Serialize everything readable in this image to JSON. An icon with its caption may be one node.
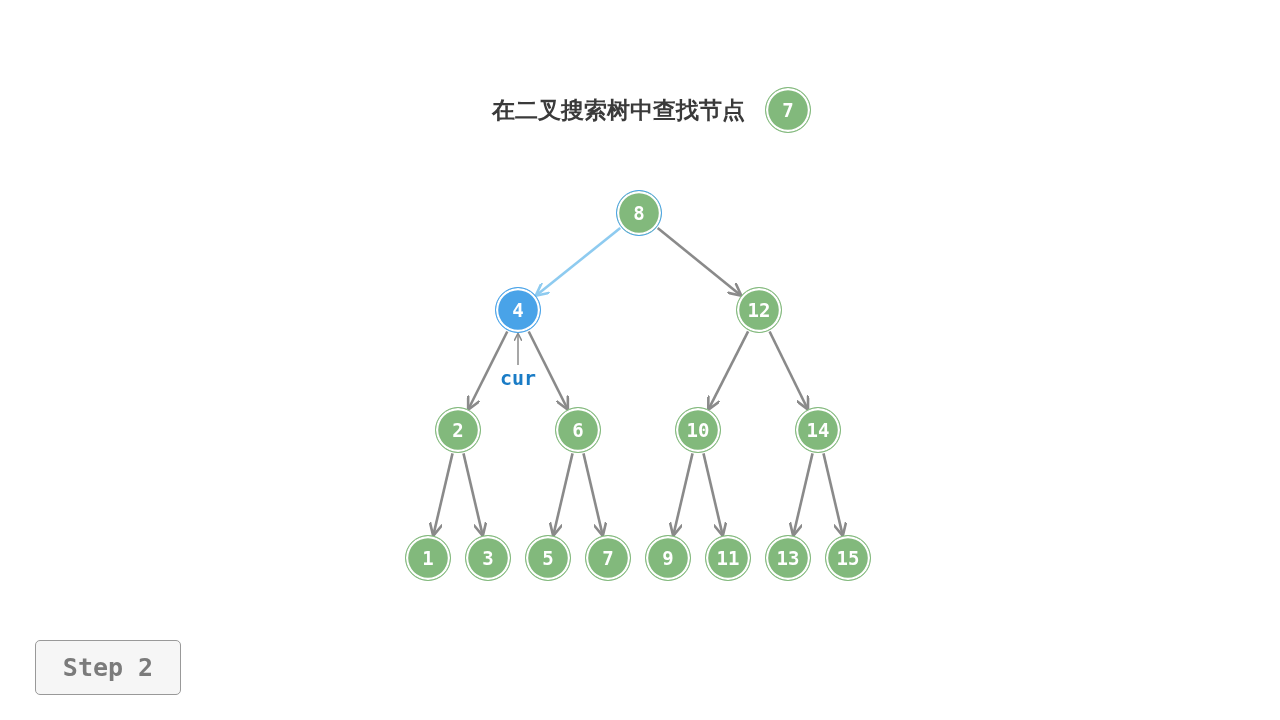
{
  "diagram": {
    "title": "在二叉搜索树中查找节点",
    "nodes": [
      {
        "text": [
          "7"
        ]
      },
      {
        "text": [
          "8"
        ]
      },
      {
        "text": [
          "4"
        ]
      },
      {
        "text": [
          "12"
        ]
      },
      {
        "text": [
          "2"
        ]
      },
      {
        "text": [
          "6"
        ]
      },
      {
        "text": [
          "10"
        ]
      },
      {
        "text": [
          "14"
        ]
      },
      {
        "text": [
          "1"
        ]
      },
      {
        "text": [
          "3"
        ]
      },
      {
        "text": [
          "5"
        ]
      },
      {
        "text": [
          "7"
        ]
      },
      {
        "text": [
          "9"
        ]
      },
      {
        "text": [
          "11"
        ]
      },
      {
        "text": [
          "13"
        ]
      },
      {
        "text": [
          "15"
        ]
      },
      {
        "text": [
          "cur"
        ]
      },
      {
        "text": [
          "Step 2"
        ]
      }
    ],
    "edges": [
      {
        "from": 1,
        "to": 2,
        "arrow": "to",
        "color": "#8ecbf0"
      },
      {
        "from": 1,
        "to": 3,
        "arrow": "to"
      },
      {
        "from": 2,
        "to": 4,
        "arrow": "to"
      },
      {
        "from": 2,
        "to": 5,
        "arrow": "to"
      },
      {
        "from": 3,
        "to": 6,
        "arrow": "to"
      },
      {
        "from": 3,
        "to": 7,
        "arrow": "to"
      },
      {
        "from": 4,
        "to": 8,
        "arrow": "to"
      },
      {
        "from": 4,
        "to": 9,
        "arrow": "to"
      },
      {
        "from": 5,
        "to": 10,
        "arrow": "to"
      },
      {
        "from": 5,
        "to": 11,
        "arrow": "to"
      },
      {
        "from": 6,
        "to": 12,
        "arrow": "to"
      },
      {
        "from": 6,
        "to": 13,
        "arrow": "to"
      },
      {
        "from": 7,
        "to": 14,
        "arrow": "to"
      },
      {
        "from": 7,
        "to": 15,
        "arrow": "to"
      },
      {
        "from": 16,
        "to": 2,
        "arrow": "to"
      }
    ]
  }
}
